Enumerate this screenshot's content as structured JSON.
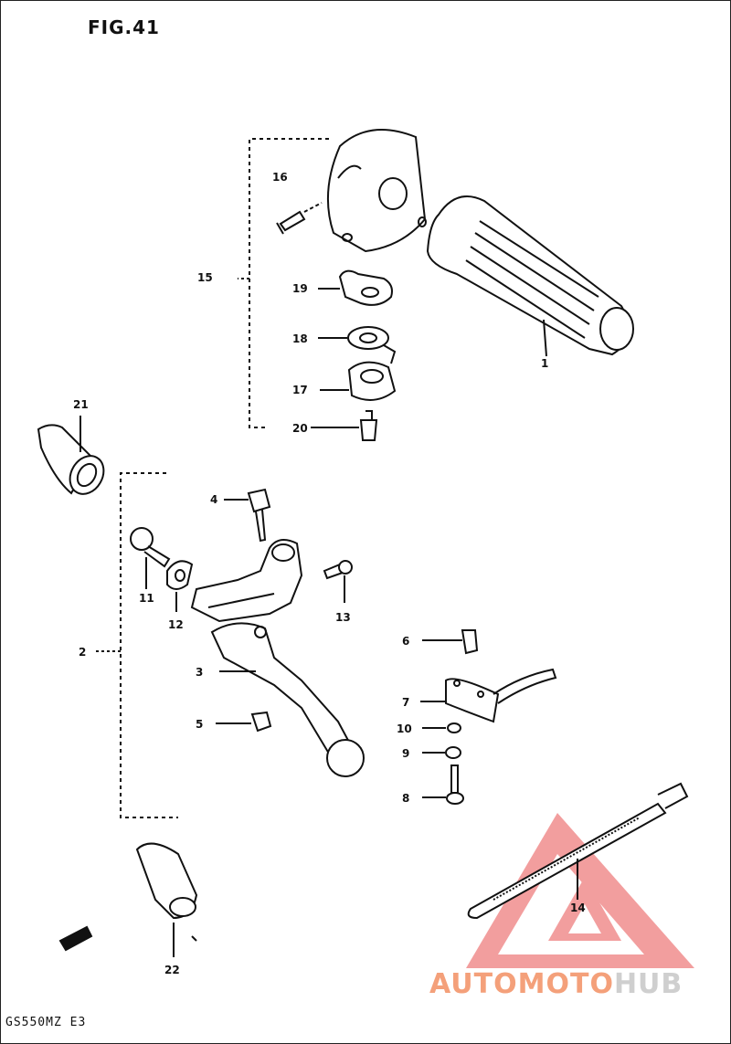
{
  "title": "FIG.41",
  "model": "GS550MZ E3",
  "callouts": {
    "c1": "1",
    "c2": "2",
    "c3": "3",
    "c4": "4",
    "c5": "5",
    "c6": "6",
    "c7": "7",
    "c8": "8",
    "c9": "9",
    "c10": "10",
    "c11": "11",
    "c12": "12",
    "c13": "13",
    "c14": "14",
    "c15": "15",
    "c16": "16",
    "c17": "17",
    "c18": "18",
    "c19": "19",
    "c20": "20",
    "c21": "21",
    "c22": "22"
  },
  "watermark": {
    "part1": "AUTOMOTO",
    "part2": "HUB",
    "color1": "#f4a07a",
    "color2": "#cfcfcf",
    "triangle_color": "#e85050"
  }
}
